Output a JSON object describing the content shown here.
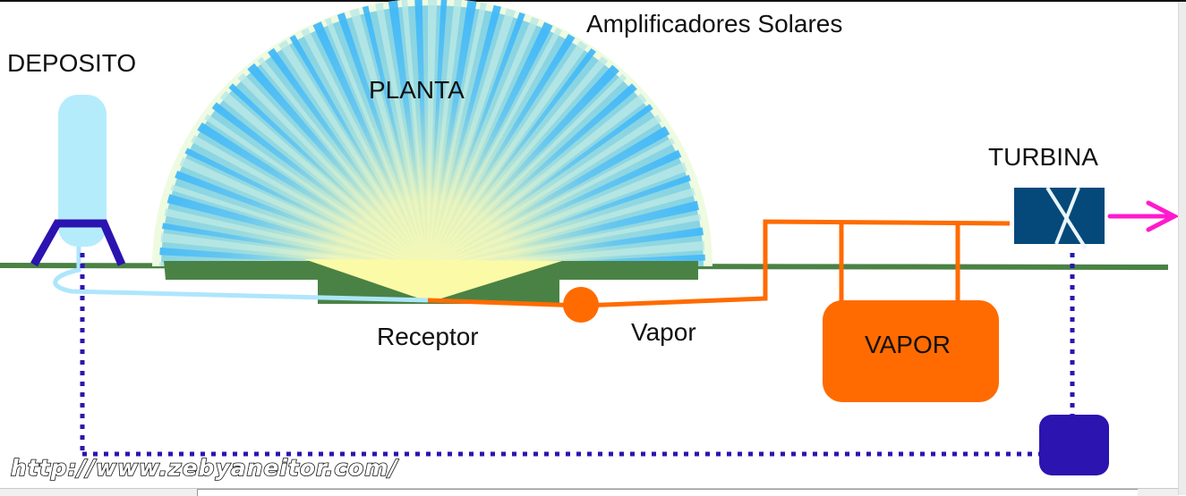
{
  "diagram": {
    "title": "Amplificadores Solares",
    "labels": {
      "deposito": "DEPOSITO",
      "planta": "PLANTA",
      "amplificadores": "Amplificadores Solares",
      "turbina": "TURBINA",
      "receptor": "Receptor",
      "vapor_pipe": "Vapor",
      "vapor_tank": "VAPOR"
    },
    "watermark": "http://www.zebyaneitor.com/",
    "components": [
      {
        "id": "deposito",
        "label": "DEPOSITO",
        "kind": "water-tank"
      },
      {
        "id": "planta",
        "label": "PLANTA",
        "kind": "solar-mirror-field"
      },
      {
        "id": "receptor",
        "label": "Receptor",
        "kind": "solar-receiver"
      },
      {
        "id": "pump",
        "label": "",
        "kind": "pump"
      },
      {
        "id": "vapor-tank",
        "label": "VAPOR",
        "kind": "steam-storage"
      },
      {
        "id": "turbina",
        "label": "TURBINA",
        "kind": "turbine"
      },
      {
        "id": "condenser",
        "label": "",
        "kind": "return-unit"
      }
    ],
    "connections": [
      {
        "from": "deposito",
        "to": "receptor",
        "medium": "water"
      },
      {
        "from": "receptor",
        "to": "pump",
        "medium": "steam"
      },
      {
        "from": "pump",
        "to": "vapor-tank",
        "medium": "steam"
      },
      {
        "from": "vapor-tank",
        "to": "turbina",
        "medium": "steam"
      },
      {
        "from": "turbina",
        "to": "output",
        "medium": "power"
      },
      {
        "from": "turbina",
        "to": "condenser",
        "medium": "return",
        "style": "dotted"
      },
      {
        "from": "condenser",
        "to": "deposito",
        "medium": "return",
        "style": "dotted"
      }
    ],
    "colors": {
      "ground": "#4a8245",
      "water": "#aee6fb",
      "tank": "#b5ecfb",
      "tank_stand": "#2b14b0",
      "mirror_dark": "#42b8f8",
      "mirror_light": "#86d3e3",
      "mirror_rim": "#eefbe0",
      "sunlight": "#fbfaa6",
      "steam": "#ff6b00",
      "turbine": "#04497a",
      "power_arrow": "#ff1acd",
      "return_line": "#2b14b0"
    }
  }
}
